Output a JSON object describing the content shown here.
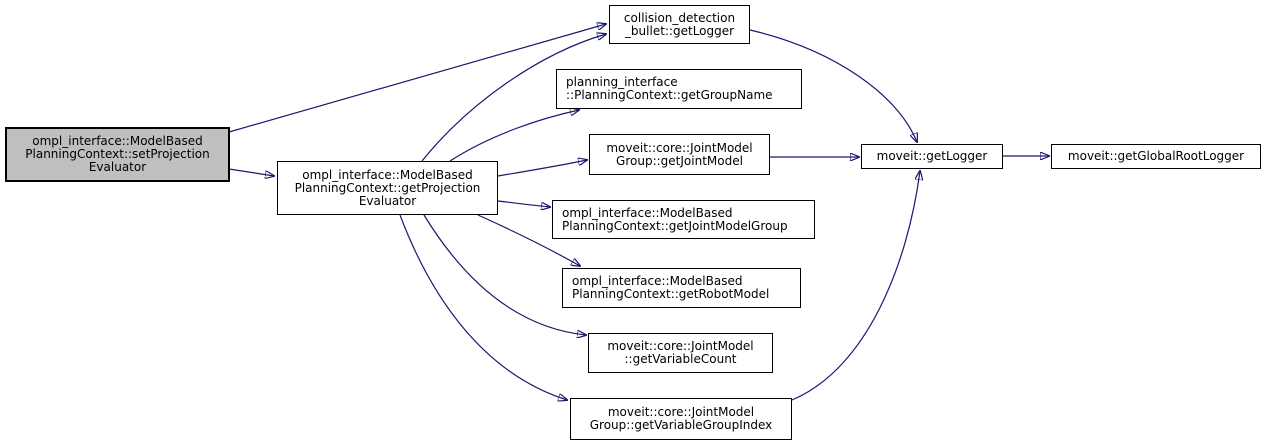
{
  "diagram": {
    "kind": "doxygen-call-graph",
    "colors": {
      "edge": "#191970",
      "node_border": "#000000",
      "node_fill": "#ffffff",
      "highlight_fill": "#bfbfbf",
      "text": "#000000",
      "background": "#ffffff"
    },
    "nodes": [
      {
        "id": "set-projection-evaluator",
        "highlighted": true,
        "lines": [
          "ompl_interface::ModelBased",
          "PlanningContext::setProjection",
          "Evaluator"
        ]
      },
      {
        "id": "get-projection-evaluator",
        "highlighted": false,
        "lines": [
          "ompl_interface::ModelBased",
          "PlanningContext::getProjection",
          "Evaluator"
        ]
      },
      {
        "id": "collision-detection-bullet-get-logger",
        "highlighted": false,
        "lines": [
          "collision_detection",
          "_bullet::getLogger"
        ]
      },
      {
        "id": "planning-context-get-group-name",
        "highlighted": false,
        "lines": [
          "planning_interface",
          "::PlanningContext::getGroupName"
        ]
      },
      {
        "id": "joint-model-group-get-joint-model",
        "highlighted": false,
        "lines": [
          "moveit::core::JointModel",
          "Group::getJointModel"
        ]
      },
      {
        "id": "get-joint-model-group",
        "highlighted": false,
        "lines": [
          "ompl_interface::ModelBased",
          "PlanningContext::getJointModelGroup"
        ]
      },
      {
        "id": "get-robot-model",
        "highlighted": false,
        "lines": [
          "ompl_interface::ModelBased",
          "PlanningContext::getRobotModel"
        ]
      },
      {
        "id": "joint-model-get-variable-count",
        "highlighted": false,
        "lines": [
          "moveit::core::JointModel",
          "::getVariableCount"
        ]
      },
      {
        "id": "joint-model-group-get-variable-group-index",
        "highlighted": false,
        "lines": [
          "moveit::core::JointModel",
          "Group::getVariableGroupIndex"
        ]
      },
      {
        "id": "moveit-get-logger",
        "highlighted": false,
        "lines": [
          "moveit::getLogger"
        ]
      },
      {
        "id": "moveit-get-global-root-logger",
        "highlighted": false,
        "lines": [
          "moveit::getGlobalRootLogger"
        ]
      }
    ],
    "edges": [
      {
        "from": "set-projection-evaluator",
        "to": "collision-detection-bullet-get-logger"
      },
      {
        "from": "set-projection-evaluator",
        "to": "get-projection-evaluator"
      },
      {
        "from": "get-projection-evaluator",
        "to": "collision-detection-bullet-get-logger"
      },
      {
        "from": "get-projection-evaluator",
        "to": "planning-context-get-group-name"
      },
      {
        "from": "get-projection-evaluator",
        "to": "joint-model-group-get-joint-model"
      },
      {
        "from": "get-projection-evaluator",
        "to": "get-joint-model-group"
      },
      {
        "from": "get-projection-evaluator",
        "to": "get-robot-model"
      },
      {
        "from": "get-projection-evaluator",
        "to": "joint-model-get-variable-count"
      },
      {
        "from": "get-projection-evaluator",
        "to": "joint-model-group-get-variable-group-index"
      },
      {
        "from": "collision-detection-bullet-get-logger",
        "to": "moveit-get-logger"
      },
      {
        "from": "joint-model-group-get-joint-model",
        "to": "moveit-get-logger"
      },
      {
        "from": "joint-model-group-get-variable-group-index",
        "to": "moveit-get-logger"
      },
      {
        "from": "moveit-get-logger",
        "to": "moveit-get-global-root-logger"
      }
    ]
  }
}
